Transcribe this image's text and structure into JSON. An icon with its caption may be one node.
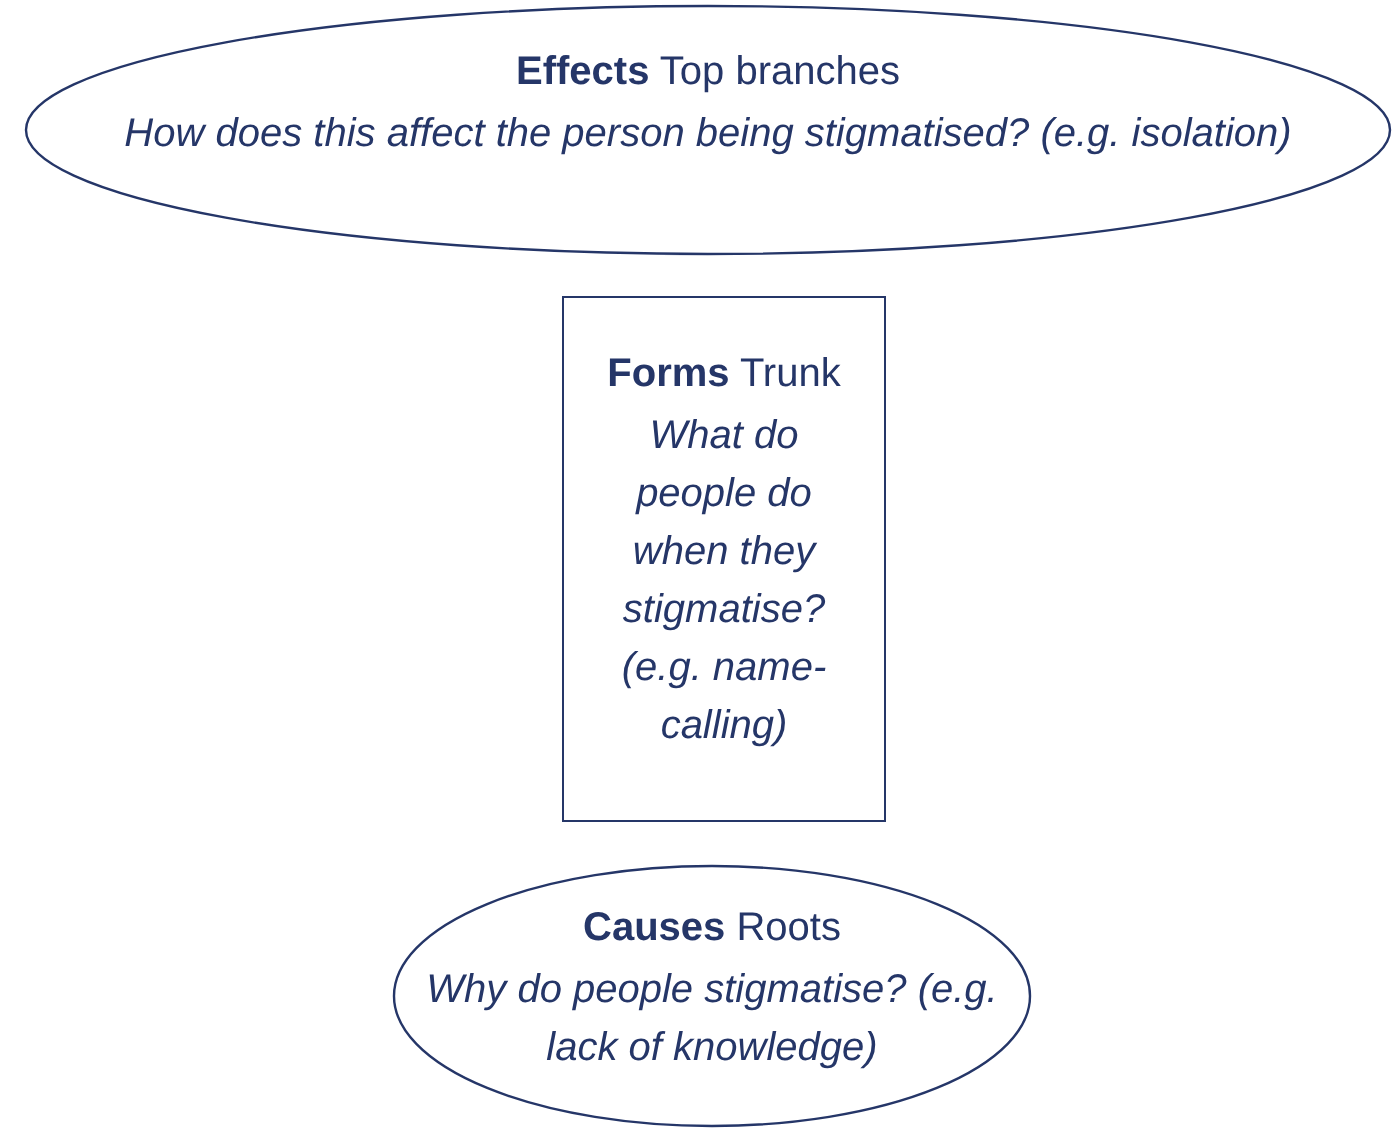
{
  "diagram": {
    "nodes": [
      {
        "text": [
          "**Effects** Top branches",
          "How does this affect the person being stigmatised? (e.g. isolation)"
        ]
      },
      {
        "text": [
          "**Forms** Trunk",
          "What do people do when they stigmatise? (e.g. name-calling)"
        ]
      },
      {
        "text": [
          "**Causes** Roots",
          "Why do people stigmatise? (e.g. lack of knowledge)"
        ]
      }
    ]
  }
}
